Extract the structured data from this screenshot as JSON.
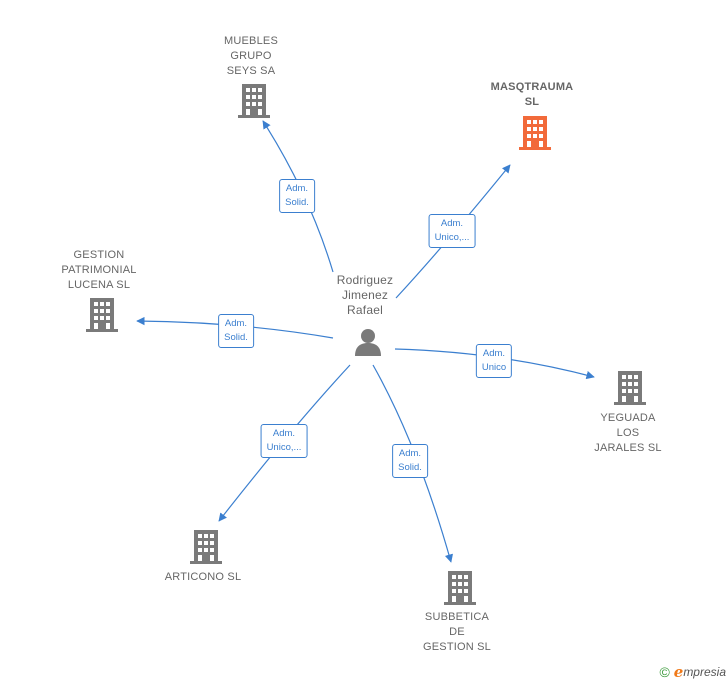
{
  "colors": {
    "edge": "#3b7fcf",
    "building_default": "#7a7a7a",
    "building_highlight": "#f26a3a",
    "person": "#7a7a7a"
  },
  "center": {
    "name": "Rodriguez\nJimenez\nRafael",
    "icon": "person-icon"
  },
  "nodes": [
    {
      "id": "muebles",
      "name": "MUEBLES\nGRUPO\nSEYS SA",
      "highlight": false,
      "role": "Adm.\nSolid."
    },
    {
      "id": "masqtrauma",
      "name": "MASQTRAUMA\nSL",
      "highlight": true,
      "role": "Adm.\nUnico,..."
    },
    {
      "id": "gestion",
      "name": "GESTION\nPATRIMONIAL\nLUCENA  SL",
      "highlight": false,
      "role": "Adm.\nSolid."
    },
    {
      "id": "yeguada",
      "name": "YEGUADA\nLOS\nJARALES SL",
      "highlight": false,
      "role": "Adm.\nUnico"
    },
    {
      "id": "articono",
      "name": "ARTICONO SL",
      "highlight": false,
      "role": "Adm.\nUnico,..."
    },
    {
      "id": "subbetica",
      "name": "SUBBETICA\nDE\nGESTION  SL",
      "highlight": false,
      "role": "Adm.\nSolid."
    }
  ],
  "brand": {
    "copyright": "©",
    "initial": "e",
    "rest": "mpresia"
  }
}
